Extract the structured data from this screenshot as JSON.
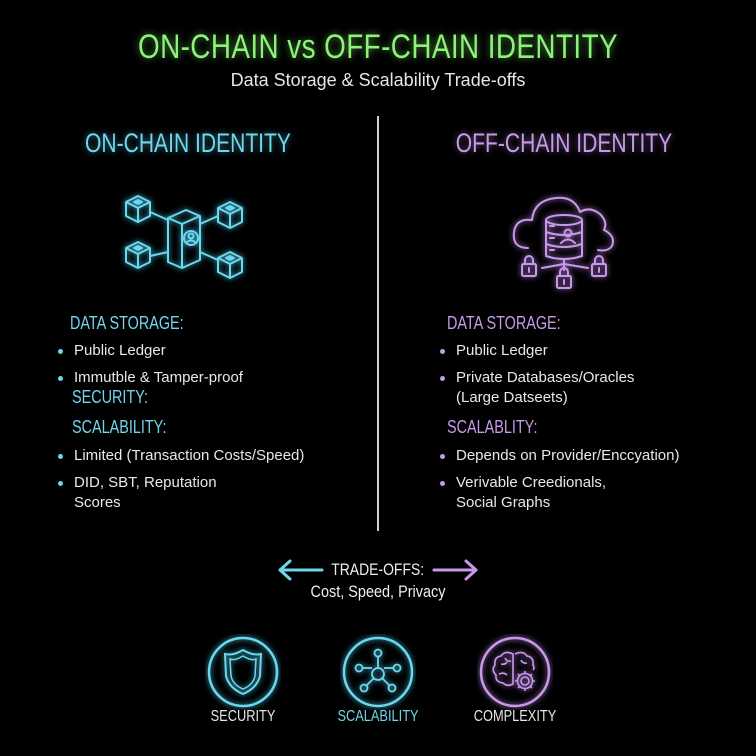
{
  "header": {
    "title": "ON-CHAIN vs OFF-CHAIN IDENTITY",
    "subtitle": "Data Storage & Scalability Trade-offs"
  },
  "colors": {
    "title_green": "#8ef27a",
    "on_chain_cyan": "#6fd6ec",
    "off_chain_violet": "#c79ae8",
    "background": "#000000",
    "text": "#e8e8e8"
  },
  "on_chain": {
    "title": "ON-CHAIN IDENTITY",
    "icon": "blockchain-identity-icon",
    "data_storage_label": "DATA STORAGE:",
    "data_storage_items": [
      "Public Ledger",
      "Immutble & Tamper-proof"
    ],
    "security_label": "SECURITY:",
    "scalability_label": "SCALABILITY:",
    "scalability_items": [
      "Limited (Transaction Costs/Speed)",
      "DID, SBT, Reputation Scores"
    ]
  },
  "off_chain": {
    "title": "OFF-CHAIN IDENTITY",
    "icon": "cloud-database-lock-icon",
    "data_storage_label": "DATA STORAGE:",
    "data_storage_items": [
      "Public Ledger",
      "Private Databases/Oracles (Large Datseets)"
    ],
    "scalability_label": "SCALABLITY:",
    "scalability_items": [
      "Depends on Provider/Enccyation)",
      "Verivable Creedionals, Social Graphs"
    ]
  },
  "tradeoffs": {
    "label": "TRADE-OFFS:",
    "items": "Cost, Speed, Privacy"
  },
  "bottom_icons": [
    {
      "label": "SECURITY",
      "icon": "shield-icon"
    },
    {
      "label": "SCALABILITY",
      "icon": "network-hub-icon"
    },
    {
      "label": "COMPLEXITY",
      "icon": "brain-gear-icon"
    }
  ]
}
